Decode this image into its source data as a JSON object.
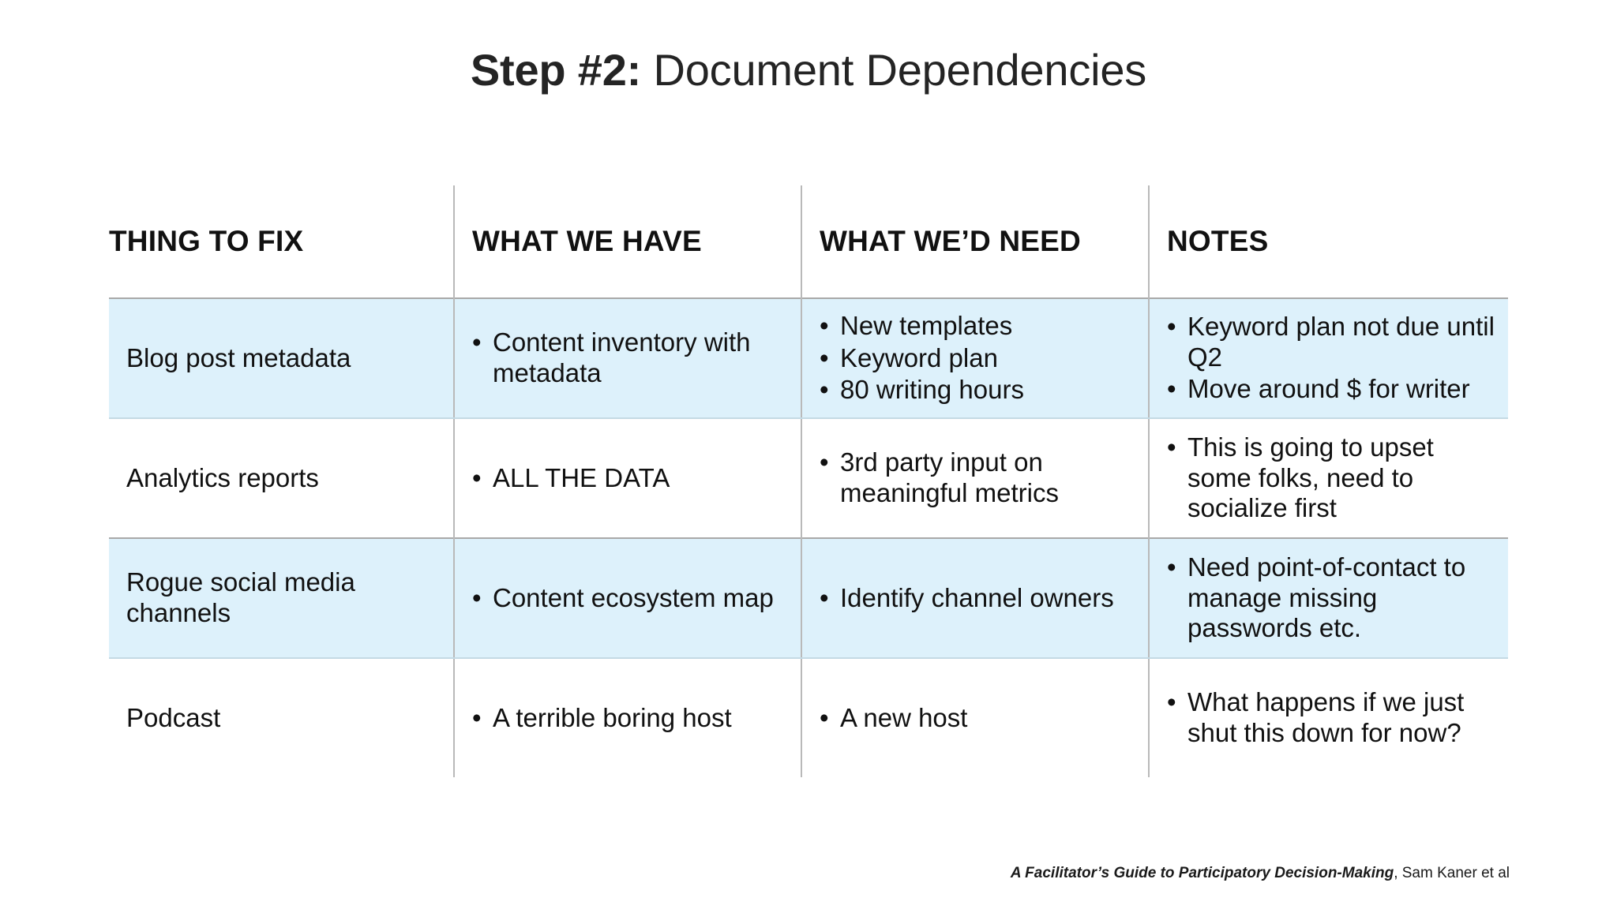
{
  "slide": {
    "title_strong": "Step #2:",
    "title_rest": " Document Dependencies"
  },
  "table": {
    "headers": [
      "THING TO FIX",
      "WHAT WE HAVE",
      "WHAT WE’D NEED",
      "NOTES"
    ],
    "highlight_color": "#ddf1fb",
    "rows": [
      {
        "highlighted": true,
        "thing_to_fix": "Blog post metadata",
        "what_we_have": [
          "Content inventory with metadata"
        ],
        "what_wed_need": [
          "New templates",
          "Keyword plan",
          "80 writing hours"
        ],
        "notes": [
          "Keyword plan not due until Q2",
          "Move around $ for writer"
        ]
      },
      {
        "highlighted": false,
        "thing_to_fix": "Analytics reports",
        "what_we_have": [
          "ALL THE DATA"
        ],
        "what_wed_need": [
          "3rd party input on meaningful metrics"
        ],
        "notes": [
          "This is going to upset some folks, need to socialize first"
        ]
      },
      {
        "highlighted": true,
        "thing_to_fix": "Rogue social media channels",
        "what_we_have": [
          "Content ecosystem map"
        ],
        "what_wed_need": [
          "Identify channel owners"
        ],
        "notes": [
          "Need point-of-contact to manage missing passwords etc."
        ]
      },
      {
        "highlighted": false,
        "thing_to_fix": "Podcast",
        "what_we_have": [
          "A terrible boring host"
        ],
        "what_wed_need": [
          "A new host"
        ],
        "notes": [
          "What happens if we just shut this down for now?"
        ]
      }
    ]
  },
  "footer": {
    "source_title": "A Facilitator’s Guide to Participatory Decision-Making",
    "source_author": ", Sam Kaner et al"
  }
}
